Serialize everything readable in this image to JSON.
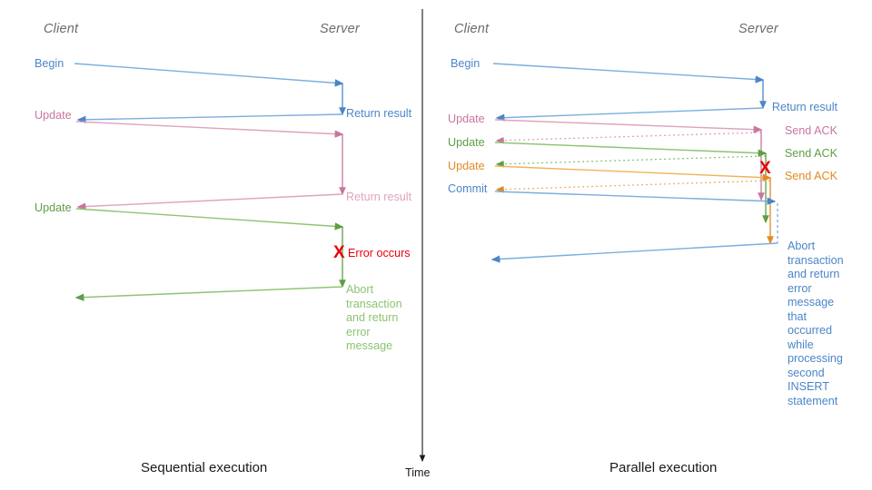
{
  "figure": {
    "title": "Sequential vs parallel transaction execution sequence diagram",
    "background": "#ffffff"
  },
  "colors": {
    "blue": "#4a86c8",
    "blue_light": "#7baede",
    "pink": "#c9769e",
    "pink_light": "#dda3bf",
    "green": "#5e9e45",
    "green_light": "#8cc472",
    "orange": "#e28a22",
    "orange_light": "#f0b259",
    "red": "#e8000b",
    "gray": "#6b6b6b",
    "black": "#1a1a1a"
  },
  "time_axis": {
    "label": "Time",
    "orientation": "vertical-down",
    "color": "#1a1a1a"
  },
  "sequential": {
    "caption": "Sequential execution",
    "lanes": {
      "client": "Client",
      "server": "Server"
    },
    "messages": [
      {
        "id": "seq-begin",
        "label": "Begin",
        "color": "blue",
        "side": "client"
      },
      {
        "id": "seq-return-1",
        "label": "Return result",
        "color": "blue",
        "side": "server"
      },
      {
        "id": "seq-update-1",
        "label": "Update",
        "color": "pink",
        "side": "client"
      },
      {
        "id": "seq-return-2",
        "label": "Return result",
        "color": "pink",
        "side": "server"
      },
      {
        "id": "seq-update-2",
        "label": "Update",
        "color": "green",
        "side": "client"
      },
      {
        "id": "seq-error",
        "label": "Error occurs",
        "color": "red",
        "side": "server"
      },
      {
        "id": "seq-abort",
        "label": "Abort transaction and return error message",
        "color": "green",
        "side": "server"
      }
    ],
    "error_marker": "X"
  },
  "parallel": {
    "caption": "Parallel execution",
    "lanes": {
      "client": "Client",
      "server": "Server"
    },
    "messages": [
      {
        "id": "par-begin",
        "label": "Begin",
        "color": "blue",
        "side": "client"
      },
      {
        "id": "par-return",
        "label": "Return result",
        "color": "blue",
        "side": "server"
      },
      {
        "id": "par-update-1",
        "label": "Update",
        "color": "pink",
        "side": "client"
      },
      {
        "id": "par-ack-1",
        "label": "Send ACK",
        "color": "pink",
        "side": "server"
      },
      {
        "id": "par-update-2",
        "label": "Update",
        "color": "green",
        "side": "client"
      },
      {
        "id": "par-ack-2",
        "label": "Send ACK",
        "color": "green",
        "side": "server"
      },
      {
        "id": "par-update-3",
        "label": "Update",
        "color": "orange",
        "side": "client"
      },
      {
        "id": "par-ack-3",
        "label": "Send ACK",
        "color": "orange",
        "side": "server"
      },
      {
        "id": "par-commit",
        "label": "Commit",
        "color": "blue",
        "side": "client"
      },
      {
        "id": "par-abort",
        "label": "Abort transaction and return error message that occurred while processing second INSERT statement",
        "color": "blue",
        "side": "server"
      }
    ],
    "error_marker": "X"
  }
}
